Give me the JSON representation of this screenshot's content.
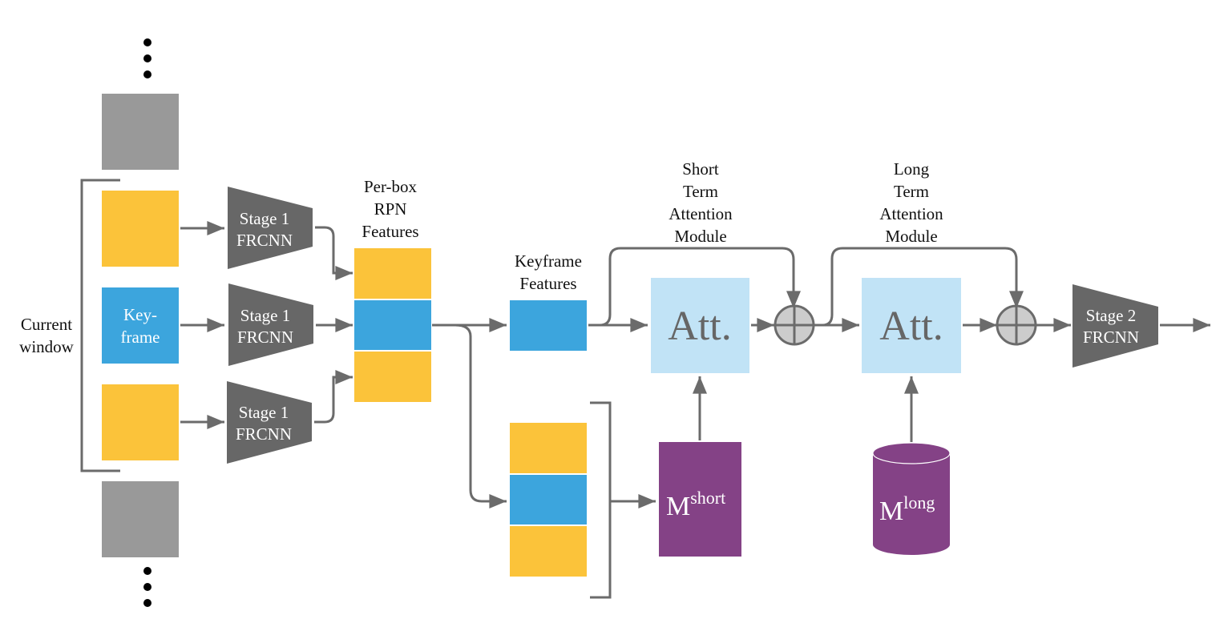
{
  "diagram": {
    "colors": {
      "context_frame": "#999999",
      "support_frame": "#fbc33a",
      "keyframe": "#3ca5dd",
      "detector": "#676767",
      "attention": "#c1e3f6",
      "memory": "#844286",
      "arrow": "#6b6b6b",
      "sum_node": "#cccccc"
    },
    "left_column": {
      "ellipsis_top": "⋮",
      "ellipsis_bottom": "⋮",
      "window_label_line1": "Current",
      "window_label_line2": "window",
      "keyframe_label_line1": "Key-",
      "keyframe_label_line2": "frame"
    },
    "stage1": [
      {
        "line1": "Stage 1",
        "line2": "FRCNN"
      },
      {
        "line1": "Stage 1",
        "line2": "FRCNN"
      },
      {
        "line1": "Stage 1",
        "line2": "FRCNN"
      }
    ],
    "rpn_features": {
      "title_line1": "Per-box",
      "title_line2": "RPN",
      "title_line3": "Features"
    },
    "keyframe_features": {
      "title_line1": "Keyframe",
      "title_line2": "Features"
    },
    "short_term": {
      "title_line1": "Short",
      "title_line2": "Term",
      "title_line3": "Attention",
      "title_line4": "Module",
      "block_label": "Att.",
      "memory_base": "M",
      "memory_sup": "short"
    },
    "long_term": {
      "title_line1": "Long",
      "title_line2": "Term",
      "title_line3": "Attention",
      "title_line4": "Module",
      "block_label": "Att.",
      "memory_base": "M",
      "memory_sup": "long"
    },
    "stage2": {
      "line1": "Stage 2",
      "line2": "FRCNN"
    },
    "sum_symbol": "⊕"
  }
}
